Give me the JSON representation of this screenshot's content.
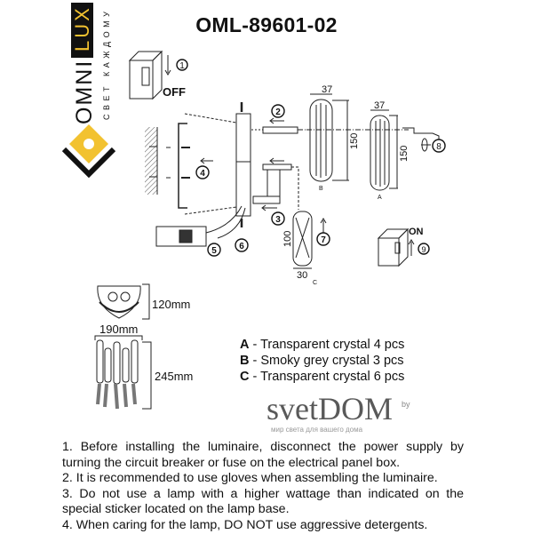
{
  "header": {
    "title": "OML-89601-02"
  },
  "logo": {
    "brand_left": "OMNI",
    "brand_right": "LUX",
    "tagline": "СВЕТ КАЖДОМУ",
    "accent": "#f2c230"
  },
  "diagram": {
    "step_labels": [
      "1",
      "2",
      "3",
      "4",
      "5",
      "6",
      "7",
      "8",
      "9"
    ],
    "off_label": "OFF",
    "on_label": "ON",
    "crystal_b": {
      "width": "37",
      "height": "150",
      "letter": "B"
    },
    "crystal_a": {
      "width": "37",
      "height": "150",
      "letter": "A"
    },
    "crystal_c": {
      "width": "30",
      "height": "100",
      "letter": "C"
    }
  },
  "dimensions": {
    "depth": "120mm",
    "width": "190mm",
    "height": "245mm"
  },
  "legend": [
    {
      "key": "A",
      "text": " - Transparent crystal 4 pcs"
    },
    {
      "key": "B",
      "text": " - Smoky grey crystal 3 pcs"
    },
    {
      "key": "C",
      "text": " - Transparent crystal 6 pcs"
    }
  ],
  "instructions": [
    "1. Before installing the luminaire, disconnect the power supply by turning the circuit breaker or fuse on the electrical panel box.",
    "2. It is recommended to use gloves when assembling the luminaire.",
    "3. Do not use a lamp with a higher wattage than indicated on the special sticker located on the lamp base.",
    "4. When caring for the lamp, DO NOT use aggressive detergents."
  ],
  "watermark": {
    "text": "svetDOM",
    "suffix": "by",
    "tagline": "мир света для вашего дома"
  }
}
